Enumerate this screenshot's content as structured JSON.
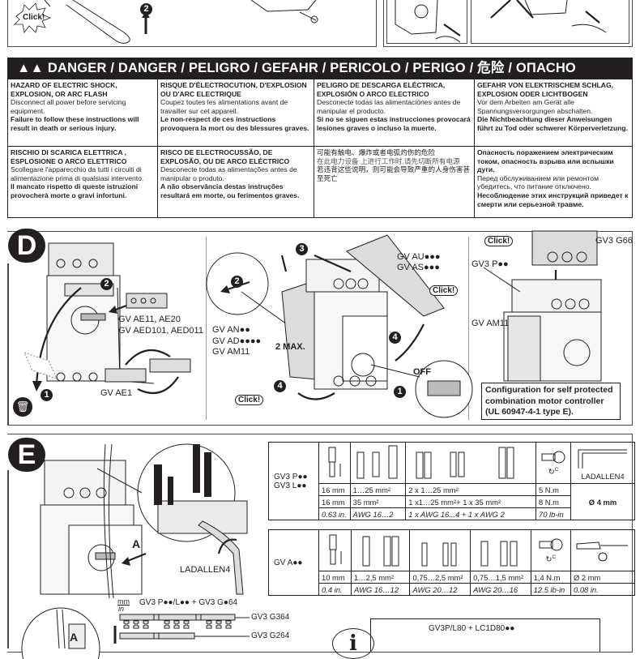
{
  "top_section": {
    "click_label": "Click!",
    "step_2": "2"
  },
  "danger": {
    "banner_icons": "▲▲",
    "banner_title": "DANGER / DANGER / PELIGRO / GEFAHR / PERICOLO / PERIGO / 危险 / ОПАСНО",
    "cells": [
      {
        "heading": "HAZARD OF ELECTRIC SHOCK, EXPLOSION, OR ARC FLASH",
        "normal": "Disconnect all power before servicing equipment.",
        "bold": "Failure to follow these instructions will result in death or serious injury."
      },
      {
        "heading": "RISQUE D'ÉLECTROCUTION, D'EXPLOSION OU D'ARC ELECTRIQUE",
        "normal": "Coupez toutes les alimentations avant de travailler sur cet appareil.",
        "bold": "Le non-respect de ces instructions provoquera la mort ou des blessures graves."
      },
      {
        "heading": "PELIGRO DE DESCARGA ELÉCTRICA, EXPLOSIÓN O ARCO ELECTRICO",
        "normal": "Desconecte todas las alimentaciónes antes de manipular el producto.",
        "bold": "Si no se siguen estas instrucciones provocará lesiones graves o incluso la muerte."
      },
      {
        "heading": "GEFAHR VON ELEKTRISCHEM SCHLAG, EXPLOSION ODER LICHTBOGEN",
        "normal": "Vor dem Arbeiten am Gerät alle Spannungsversorgungen abschalten.",
        "bold": "Die Nichtbeachtung dieser Anweisungen führt zu Tod oder schwerer Körperverletzung."
      },
      {
        "heading": "RISCHIO DI SCARICA ELETTRICA , ESPLOSIONE O ARCO ELETTRICO",
        "normal": "Scollegare l'apparecchio da tutti i circuiti di alimentazione prima di qualsiasi intervento.",
        "bold": "Il mancato rispetto di queste istruzioni provocherà morte o gravi infortuni."
      },
      {
        "heading": "RISCO DE ELECTROCUSSÃO, DE EXPLOSÃO, OU DE ARCO ELÉCTRICO",
        "normal": "Desconecte todas as alimentações antes de manipular o produto.",
        "bold": "A não observância destas instruções resultará em morte, ou ferimentos graves."
      },
      {
        "heading": "可能有触电、爆炸或者电弧灼伤的危险",
        "normal": "在此电力设备 上进行工作时,请先切断所有电源",
        "bold": "若违背这些说明，则可能会导致严重的人身伤害甚至死亡"
      },
      {
        "heading": "Опасность поражением электрическим током, опасность взрыва или вспышки дуги.",
        "normal": "Перед обслуживанием или ремонтом убедитесь, что питание отключено.",
        "bold": "Несоблюдение этих инструкций приведет к смерти или серьезной травме."
      }
    ]
  },
  "section_d": {
    "letter": "D",
    "panel1": {
      "step_1": "1",
      "step_2": "2",
      "label_a": "GV AE11, AE20",
      "label_b": "GV AED101, AED011",
      "label_c": "GV AE1"
    },
    "panel2": {
      "step_1": "1",
      "step_2": "2",
      "step_3": "3",
      "step_4a": "4",
      "step_4b": "4",
      "label_au": "GV AU●●●",
      "label_as": "GV AS●●●",
      "label_an": "GV AN●●",
      "label_ad": "GV AD●●●●",
      "label_am": "GV AM11",
      "max_label": "2 MAX.",
      "off_label": "OFF",
      "click_1": "Click!",
      "click_2": "Click!"
    },
    "panel3": {
      "click": "Click!",
      "label_g66": "GV3 G66",
      "label_p": "GV3 P●●",
      "label_am": "GV AM11",
      "note": "Configuration for self protected combination motor controller (UL 60947-4-1 type E)."
    }
  },
  "section_e": {
    "letter": "E",
    "label_a": "A",
    "label_a2": "A",
    "label_ladallen": "LADALLEN4",
    "table_gv3": {
      "models": [
        "GV3 P●●",
        "GV3 L●●"
      ],
      "rows": [
        [
          "16 mm",
          "1…25 mm²",
          "2 x 1…25 mm²",
          "5 N.m"
        ],
        [
          "16 mm",
          "35 mm²",
          "1 x1…25 mm²+ 1 x 35 mm²",
          "8 N.m"
        ],
        [
          "0.63 in.",
          "AWG 16…2",
          "1 x AWG 16...4 + 1 x AWG 2",
          "70 lb-in"
        ]
      ],
      "tool_label": "LADALLEN4",
      "tool_size": "Ø 4 mm",
      "torque_symbol": "C"
    },
    "table_gva": {
      "model": "GV A●●",
      "rows": [
        [
          "10 mm",
          "1…2,5 mm²",
          "0,75…2,5 mm²",
          "0,75…1,5 mm²",
          "1,4 N.m",
          "Ø 2 mm"
        ],
        [
          "0.4 in.",
          "AWG 16…12",
          "AWG 20…12",
          "AWG 20…16",
          "12.5 lb-in",
          "0.08 in."
        ]
      ],
      "torque_symbol": "C"
    },
    "busbar": {
      "unit_mm": "mm",
      "unit_in": "in",
      "title": "GV3 P●●/L●● + GV3 G●64",
      "label_1": "GV3 G364",
      "label_2": "GV3 G264"
    },
    "info": {
      "icon": "i",
      "title": "GV3P/L80 + LC1D80●●"
    }
  }
}
